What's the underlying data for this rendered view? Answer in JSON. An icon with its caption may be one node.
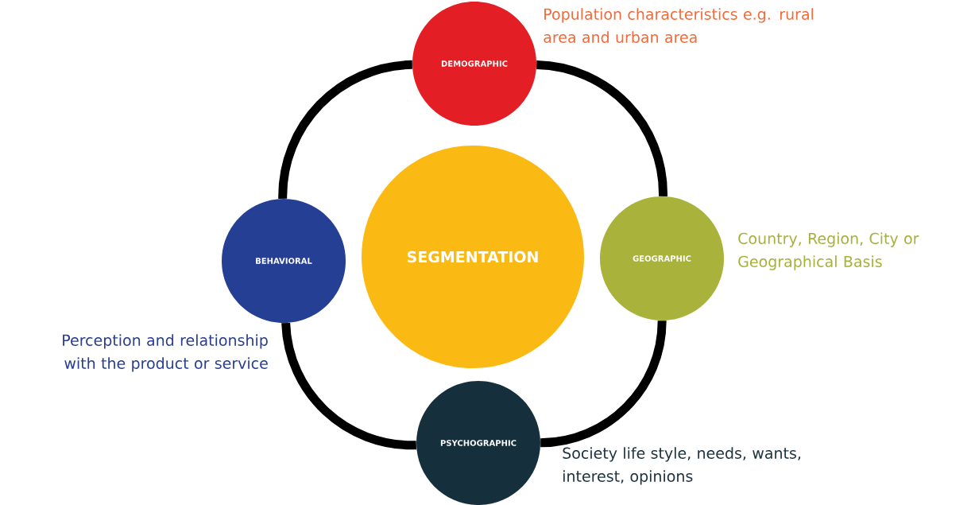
{
  "diagram": {
    "nodes": [
      {
        "text": [
          "SEGMENTATION"
        ]
      },
      {
        "text": [
          "DEMOGRAPHIC"
        ],
        "beside": [
          "Population characteristics e.g. rural area and urban area"
        ]
      },
      {
        "text": [
          "GEOGRAPHIC"
        ],
        "beside": [
          "Country, Region, City or Geographical Basis"
        ]
      },
      {
        "text": [
          "PSYCHOGRAPHIC"
        ],
        "beside": [
          "Society life style, needs, wants, interest, opinions"
        ]
      },
      {
        "text": [
          "BEHAVIORAL"
        ],
        "beside": [
          "Perception and relationship with the product or service"
        ]
      }
    ],
    "edges": [
      {
        "from": 1,
        "to": 2,
        "arrow": "none"
      },
      {
        "from": 2,
        "to": 3,
        "arrow": "none"
      },
      {
        "from": 3,
        "to": 4,
        "arrow": "none"
      },
      {
        "from": 4,
        "to": 1,
        "arrow": "none"
      }
    ]
  }
}
